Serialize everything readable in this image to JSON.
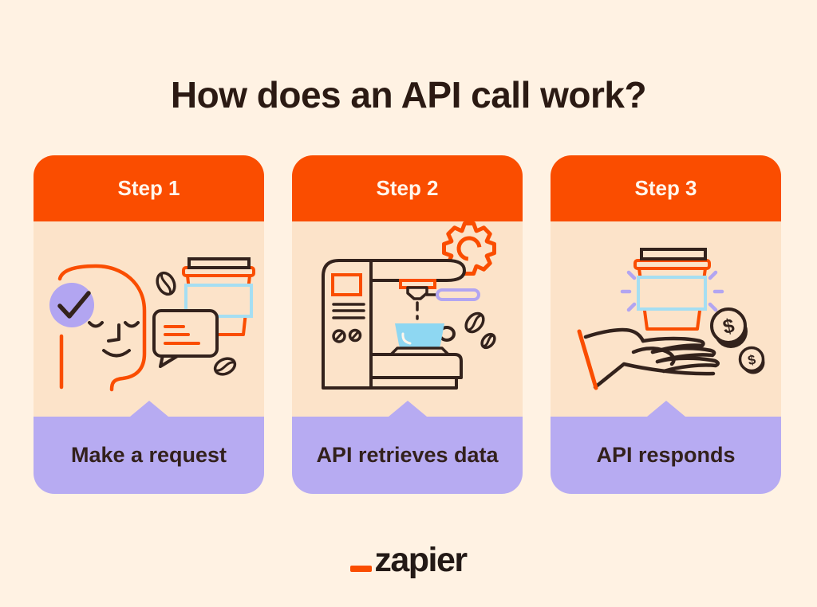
{
  "page": {
    "title": "How does an API call work?",
    "background_color": "#FFF2E3"
  },
  "colors": {
    "accent_orange": "#FA4D00",
    "card_peach": "#FCE3C9",
    "footer_purple": "#B7ABF2",
    "cup_blue": "#8ED7F2",
    "sleeve_blue": "#A5DEF2",
    "line_dark": "#33221C",
    "step_text": "#FFF6EC"
  },
  "cards": [
    {
      "step_label": "Step 1",
      "caption": "Make a request",
      "illustration": "person-ordering-coffee-icon"
    },
    {
      "step_label": "Step 2",
      "caption": "API retrieves data",
      "illustration": "coffee-machine-icon"
    },
    {
      "step_label": "Step 3",
      "caption": "API responds",
      "illustration": "hand-serving-coffee-icon"
    }
  ],
  "footer": {
    "logo_text": "zapier",
    "logo_mark": "orange-underscore"
  }
}
